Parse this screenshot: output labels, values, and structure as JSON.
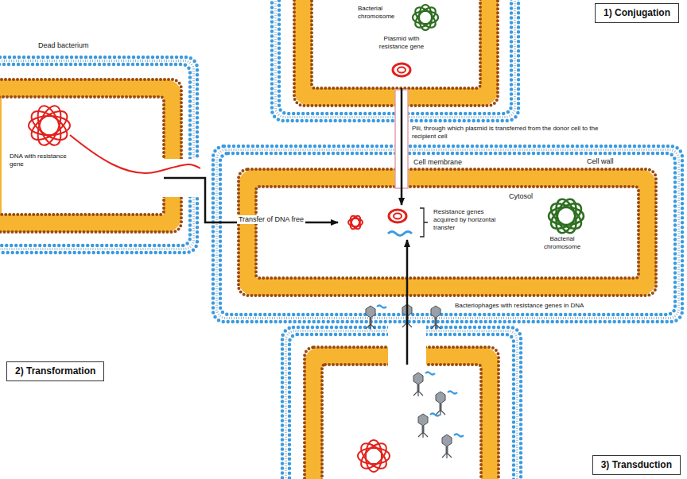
{
  "diagram": {
    "nodes": [
      {
        "text": [
          "Bacterial chromosome",
          "Plasmid with resistance gene"
        ]
      },
      {
        "text": [
          "1) Conjugation"
        ]
      },
      {
        "text": [
          "Dead bacterium",
          "DNA with resistance gene"
        ]
      },
      {
        "text": [
          "Cell wall",
          "Cell membrane",
          "Cytosol",
          "Bacterial chromosome"
        ]
      },
      {
        "text": [
          "Resistance genes acquired by horizontal transfer"
        ],
        "in": 3
      },
      {
        "text": [
          "2) Transformation"
        ]
      },
      {
        "text": [
          "Bacteriophages with resistance genes in DNA"
        ]
      },
      {
        "text": [
          "3) Transduction"
        ]
      }
    ],
    "edges": [
      {
        "from": 0,
        "to": 4,
        "arrow": "to"
      },
      {
        "from": 2,
        "to": 4,
        "label": "Transfer of DNA free",
        "arrow": "to"
      },
      {
        "from": 6,
        "to": 4,
        "arrow": "to"
      }
    ],
    "labels": [
      "Pili, through which plasmid is transferred from the donor cell to the recipient cell"
    ]
  }
}
